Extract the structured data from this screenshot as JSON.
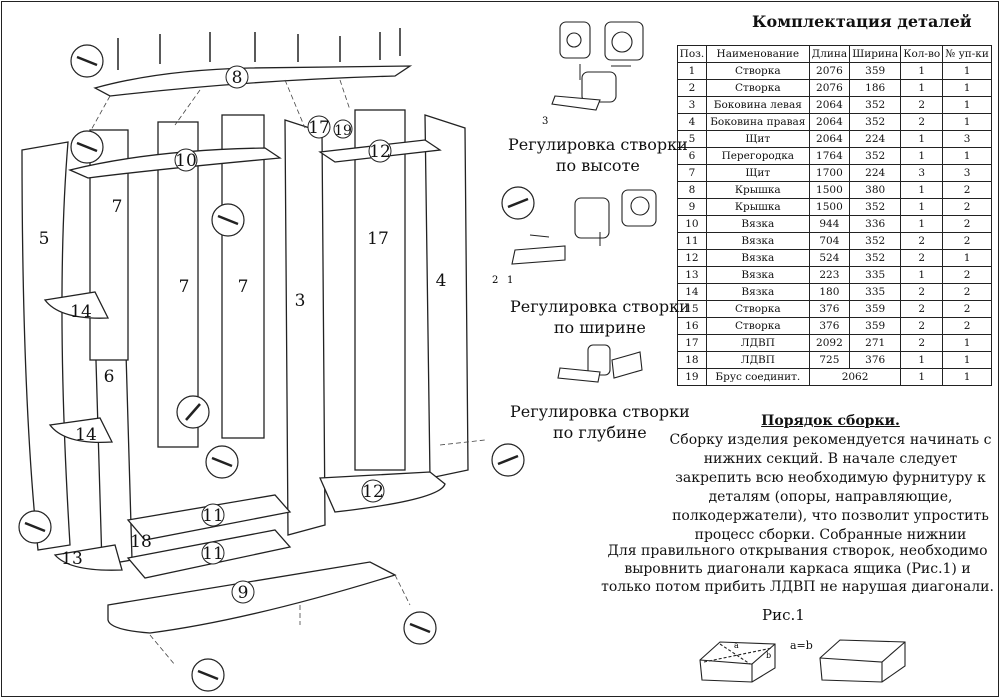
{
  "table": {
    "title": "Комплектация деталей",
    "headers": [
      "Поз.",
      "Наименование",
      "Длина",
      "Ширина",
      "Кол-во",
      "№ уп-ки"
    ],
    "rows": [
      [
        "1",
        "Створка",
        "2076",
        "359",
        "1",
        "1"
      ],
      [
        "2",
        "Створка",
        "2076",
        "186",
        "1",
        "1"
      ],
      [
        "3",
        "Боковина левая",
        "2064",
        "352",
        "2",
        "1"
      ],
      [
        "4",
        "Боковина правая",
        "2064",
        "352",
        "2",
        "1"
      ],
      [
        "5",
        "Щит",
        "2064",
        "224",
        "1",
        "3"
      ],
      [
        "6",
        "Перегородка",
        "1764",
        "352",
        "1",
        "1"
      ],
      [
        "7",
        "Щит",
        "1700",
        "224",
        "3",
        "3"
      ],
      [
        "8",
        "Крышка",
        "1500",
        "380",
        "1",
        "2"
      ],
      [
        "9",
        "Крышка",
        "1500",
        "352",
        "1",
        "2"
      ],
      [
        "10",
        "Вязка",
        "944",
        "336",
        "1",
        "2"
      ],
      [
        "11",
        "Вязка",
        "704",
        "352",
        "2",
        "2"
      ],
      [
        "12",
        "Вязка",
        "524",
        "352",
        "2",
        "1"
      ],
      [
        "13",
        "Вязка",
        "223",
        "335",
        "1",
        "2"
      ],
      [
        "14",
        "Вязка",
        "180",
        "335",
        "2",
        "2"
      ],
      [
        "15",
        "Створка",
        "376",
        "359",
        "2",
        "2"
      ],
      [
        "16",
        "Створка",
        "376",
        "359",
        "2",
        "2"
      ],
      [
        "17",
        "ЛДВП",
        "2092",
        "271",
        "2",
        "1"
      ],
      [
        "18",
        "ЛДВП",
        "725",
        "376",
        "1",
        "1"
      ]
    ],
    "last_row": {
      "pos": "19",
      "name": "Брус соединит.",
      "length": "2062",
      "qty": "1",
      "pack": "1"
    }
  },
  "adjustments": [
    {
      "line1": "Регулировка створки",
      "line2": "по высоте"
    },
    {
      "line1": "Регулировка створки",
      "line2": "по ширине"
    },
    {
      "line1": "Регулировка створки",
      "line2": "по глубине"
    }
  ],
  "hinge_callouts": {
    "height": [
      "3"
    ],
    "width": [
      "2",
      "1"
    ]
  },
  "assembly": {
    "heading": "Порядок сборки.",
    "text": "Сборку изделия рекомендуется начинать с нижних секций. В начале следует закрепить всю необходимую фурнитуру к деталям (опоры, направляющие, полкодержатели), что позволит упростить процесс сборки. Собранные нижнии"
  },
  "note": "Для правильного открывания  створок, необходимо выровнить диагонали каркаса ящика (Рис.1) и только потом прибить ЛДВП не нарушая диагонали.",
  "figure": {
    "caption": "Рис.1",
    "label": "a=b",
    "a": "a",
    "b": "b"
  },
  "labels": [
    "8",
    "10",
    "12",
    "17",
    "19",
    "17",
    "7",
    "5",
    "7",
    "7",
    "3",
    "4",
    "14",
    "6",
    "14",
    "11",
    "11",
    "12",
    "13",
    "18",
    "9"
  ]
}
